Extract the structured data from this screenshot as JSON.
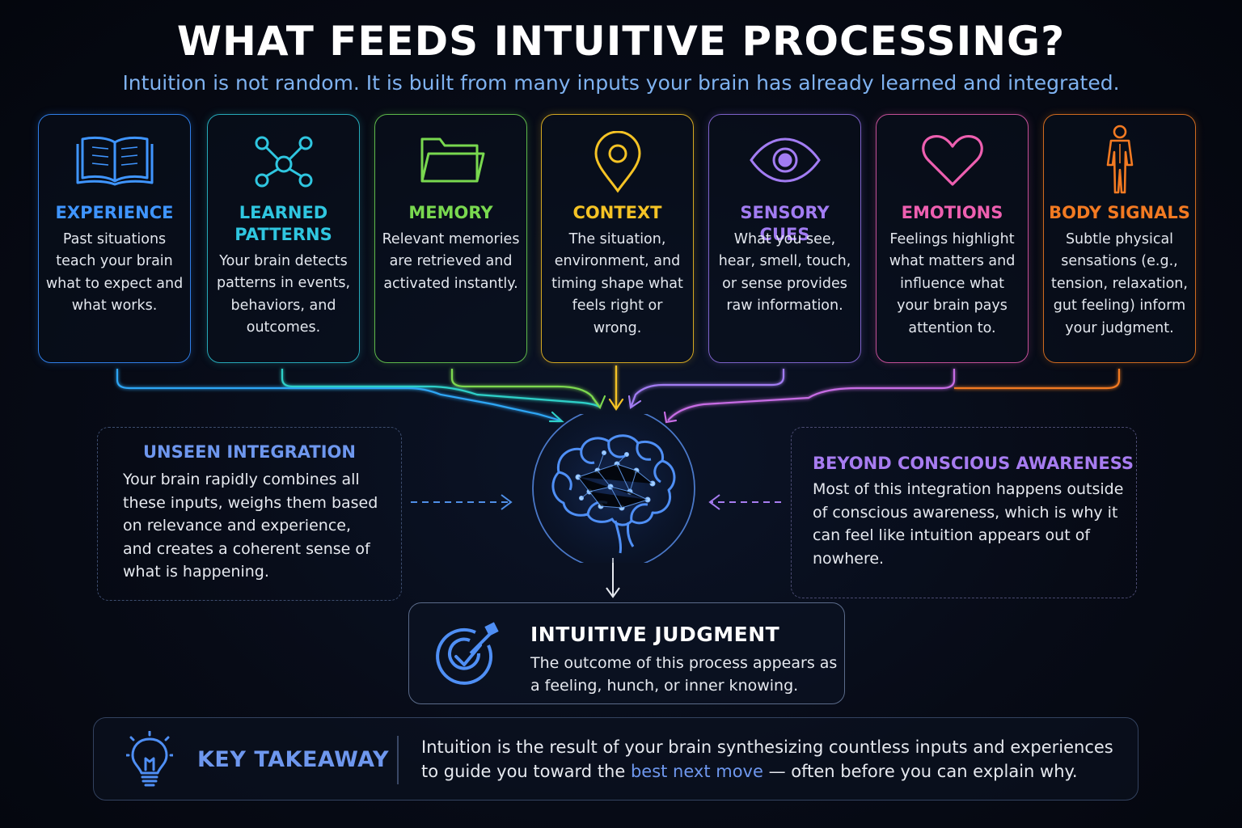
{
  "header": {
    "title": "WHAT FEEDS INTUITIVE PROCESSING?",
    "subtitle": "Intuition is not random. It is built from many inputs your brain has already learned and integrated."
  },
  "inputs": [
    {
      "title": "EXPERIENCE",
      "body": "Past situations teach your brain what to expect and what works.",
      "color": "#3f95ff",
      "icon": "open-book-icon"
    },
    {
      "title": "LEARNED PATTERNS",
      "body": "Your brain detects patterns in events, behaviors, and outcomes.",
      "color": "#2fc6e0",
      "icon": "network-nodes-icon"
    },
    {
      "title": "MEMORY",
      "body": "Relevant memories are retrieved and activated instantly.",
      "color": "#79d84f",
      "icon": "folder-icon"
    },
    {
      "title": "CONTEXT",
      "body": "The situation, environment, and timing shape what feels right or wrong.",
      "color": "#f5c325",
      "icon": "location-pin-icon"
    },
    {
      "title": "SENSORY CUES",
      "body": "What you see, hear, smell, touch, or sense provides raw information.",
      "color": "#a27cf2",
      "icon": "eye-icon"
    },
    {
      "title": "EMOTIONS",
      "body": "Feelings highlight what matters and influence what your brain pays attention to.",
      "color": "#ee5fb0",
      "icon": "heart-icon"
    },
    {
      "title": "BODY SIGNALS",
      "body": "Subtle physical sensations (e.g., tension, relaxation, gut feeling) inform your judgment.",
      "color": "#f27a22",
      "icon": "human-figure-icon"
    }
  ],
  "unseen": {
    "title": "UNSEEN INTEGRATION",
    "body": "Your brain rapidly combines all these inputs, weighs them based on relevance and experience, and creates a coherent sense of what is happening.",
    "color": "#6e97ee"
  },
  "beyond": {
    "title": "BEYOND CONSCIOUS AWARENESS",
    "body": "Most of this integration happens outside of conscious awareness, which is why it can feel like intuition appears out of nowhere.",
    "color": "#a77cf0"
  },
  "judgment": {
    "title": "INTUITIVE JUDGMENT",
    "body": "The outcome of this process appears as a feeling, hunch, or inner knowing.",
    "icon": "target-arrow-icon"
  },
  "takeaway": {
    "title": "KEY TAKEAWAY",
    "body_before": "Intuition is the result of your brain synthesizing countless inputs and experiences to guide you toward the ",
    "highlight": "best next move",
    "body_after": " — often before you can explain why.",
    "icon": "lightbulb-icon"
  }
}
